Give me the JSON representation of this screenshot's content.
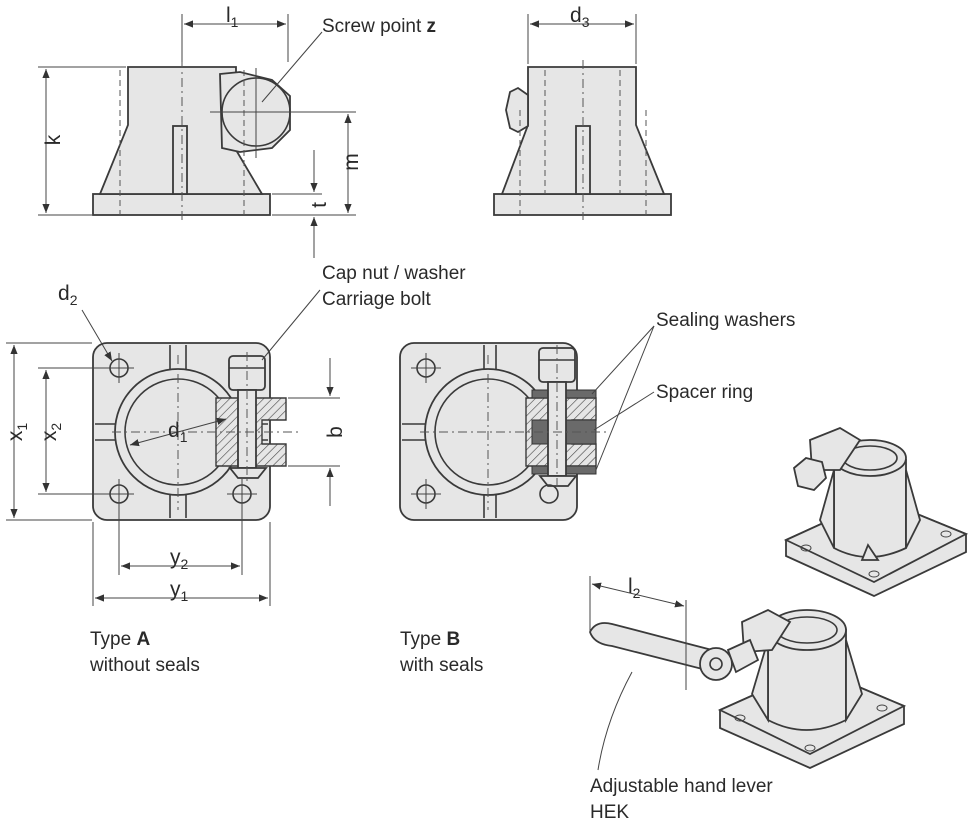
{
  "labels": {
    "screw_point_prefix": "Screw point ",
    "screw_point_bold": "z",
    "cap_nut": "Cap nut / washer",
    "carriage_bolt": "Carriage bolt",
    "sealing_washers": "Sealing washers",
    "spacer_ring": "Spacer ring",
    "type_a_prefix": "Type ",
    "type_a_bold": "A",
    "type_a_desc": "without seals",
    "type_b_prefix": "Type ",
    "type_b_bold": "B",
    "type_b_desc": "with seals",
    "hand_lever": "Adjustable hand lever",
    "hand_lever_code": "HEK"
  },
  "dimensions": {
    "l1": {
      "main": "l",
      "sub": "1"
    },
    "d3": {
      "main": "d",
      "sub": "3"
    },
    "k": {
      "main": "k",
      "sub": ""
    },
    "m": {
      "main": "m",
      "sub": ""
    },
    "t": {
      "main": "t",
      "sub": ""
    },
    "d2": {
      "main": "d",
      "sub": "2"
    },
    "x1": {
      "main": "x",
      "sub": "1"
    },
    "x2": {
      "main": "x",
      "sub": "2"
    },
    "d1": {
      "main": "d",
      "sub": "1"
    },
    "b": {
      "main": "b",
      "sub": ""
    },
    "y2": {
      "main": "y",
      "sub": "2"
    },
    "y1": {
      "main": "y",
      "sub": "1"
    },
    "l2": {
      "main": "l",
      "sub": "2"
    }
  }
}
